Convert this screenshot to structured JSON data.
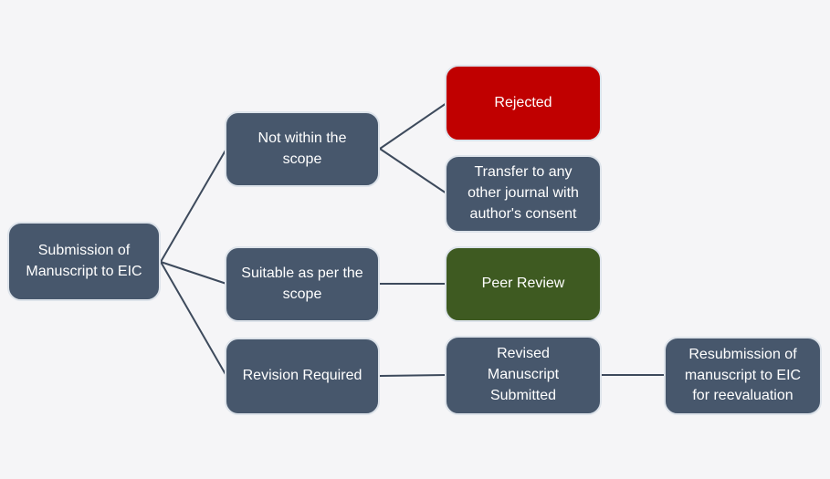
{
  "colors": {
    "background": "#F5F5F7",
    "node_fill": "#47576C",
    "rejected_fill": "#C00000",
    "peer_review_fill": "#3E5A21",
    "node_text": "#FFFFFF",
    "node_border": "#DDE3EA",
    "connector": "#3D4A5C"
  },
  "diagram": {
    "type": "flowchart",
    "nodes": [
      {
        "id": "submission-of-manuscript-to-eic",
        "label": "Submission of\nManuscript to EIC",
        "color": "#47576C"
      },
      {
        "id": "not-within-the-scope",
        "label": "Not within the\nscope",
        "color": "#47576C"
      },
      {
        "id": "suitable-as-per-the-scope",
        "label": "Suitable as per the\nscope",
        "color": "#47576C"
      },
      {
        "id": "revision-required",
        "label": "Revision Required",
        "color": "#47576C"
      },
      {
        "id": "rejected",
        "label": "Rejected",
        "color": "#C00000"
      },
      {
        "id": "transfer-to-other-journal",
        "label": "Transfer to any\nother journal with\nauthor's consent",
        "color": "#47576C"
      },
      {
        "id": "peer-review",
        "label": "Peer Review",
        "color": "#3E5A21"
      },
      {
        "id": "revised-manuscript-submitted",
        "label": "Revised\nManuscript\nSubmitted",
        "color": "#47576C"
      },
      {
        "id": "resubmission-for-reevaluation",
        "label": "Resubmission of\nmanuscript to EIC\nfor reevaluation",
        "color": "#47576C"
      }
    ],
    "connections": [
      {
        "from": "submission-of-manuscript-to-eic",
        "to": "not-within-the-scope"
      },
      {
        "from": "submission-of-manuscript-to-eic",
        "to": "suitable-as-per-the-scope"
      },
      {
        "from": "submission-of-manuscript-to-eic",
        "to": "revision-required"
      },
      {
        "from": "not-within-the-scope",
        "to": "rejected"
      },
      {
        "from": "not-within-the-scope",
        "to": "transfer-to-other-journal"
      },
      {
        "from": "suitable-as-per-the-scope",
        "to": "peer-review"
      },
      {
        "from": "revision-required",
        "to": "revised-manuscript-submitted"
      },
      {
        "from": "revised-manuscript-submitted",
        "to": "resubmission-for-reevaluation"
      }
    ]
  }
}
